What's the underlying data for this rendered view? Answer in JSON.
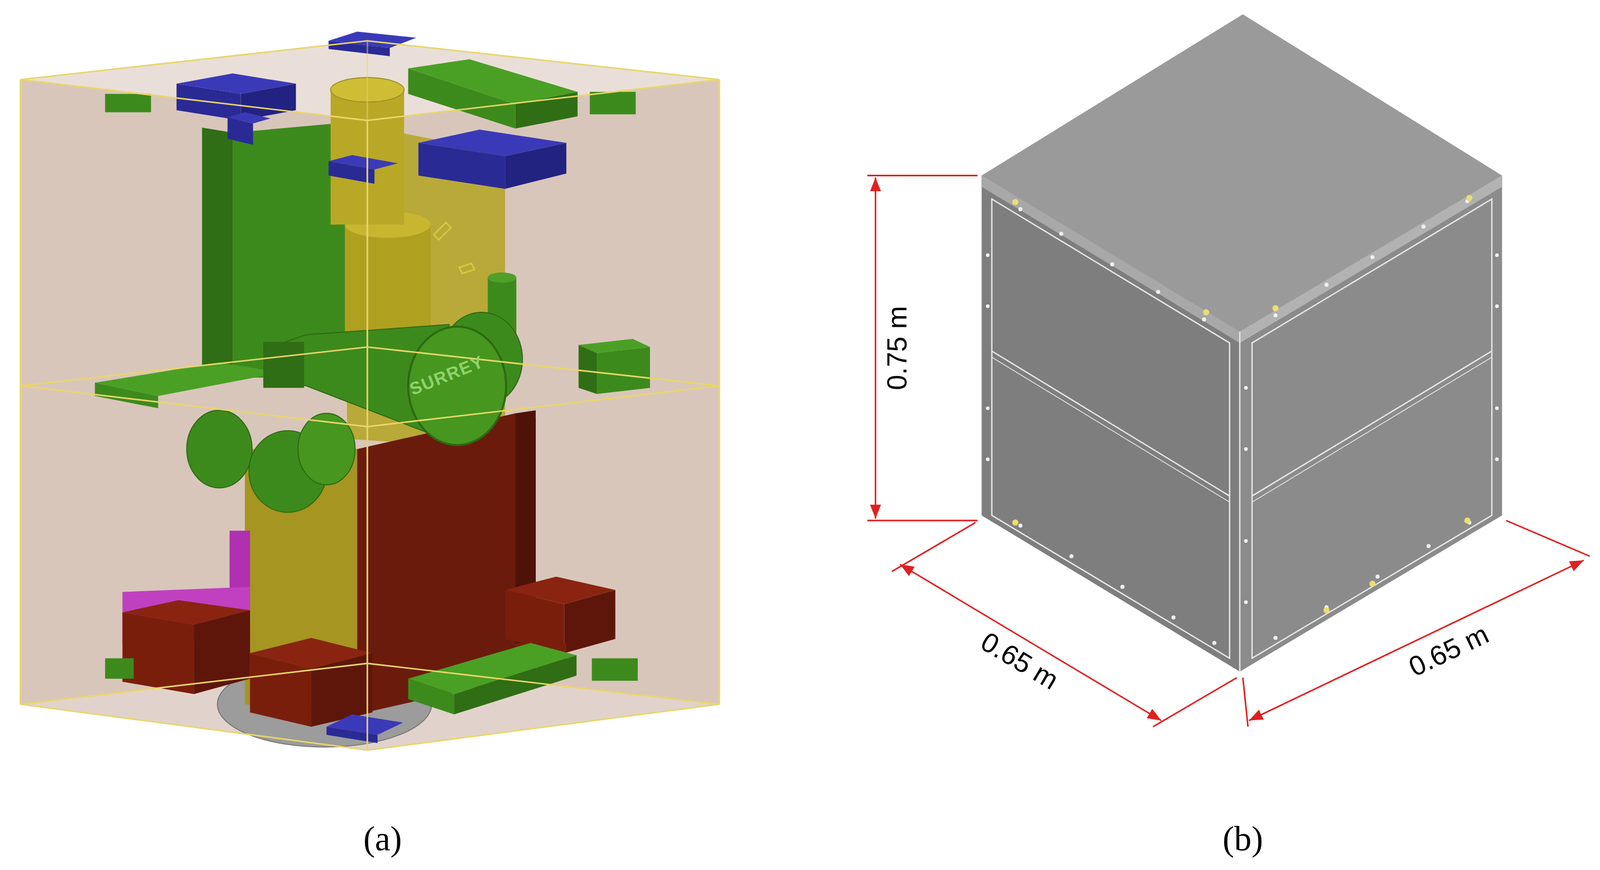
{
  "diagram": {
    "labels": [
      "SURREY",
      "0.75 m",
      "0.65 m",
      "0.65 m",
      "(a)",
      "(b)"
    ]
  }
}
